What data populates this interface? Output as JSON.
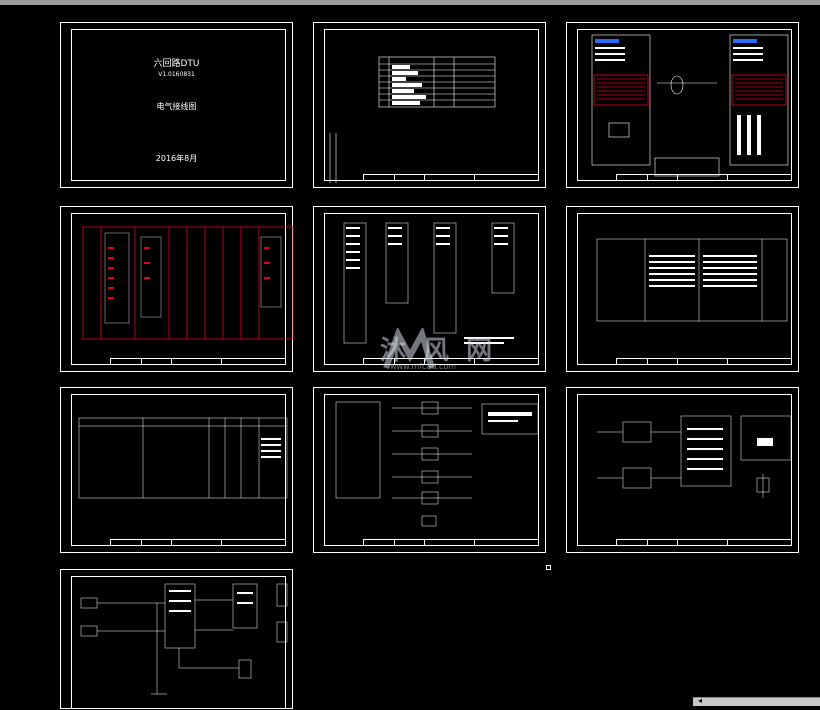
{
  "cover": {
    "title": "六回路DTU",
    "version": "V1.0160831",
    "subtitle": "电气接线图",
    "date": "2016年8月"
  },
  "watermark": {
    "brand": "沐 风 网",
    "url": "www.mfcad.com"
  },
  "colors": {
    "background": "#000000",
    "lines": "#ffffff",
    "accent_red": "#e0001a",
    "accent_blue": "#2a6cff"
  }
}
